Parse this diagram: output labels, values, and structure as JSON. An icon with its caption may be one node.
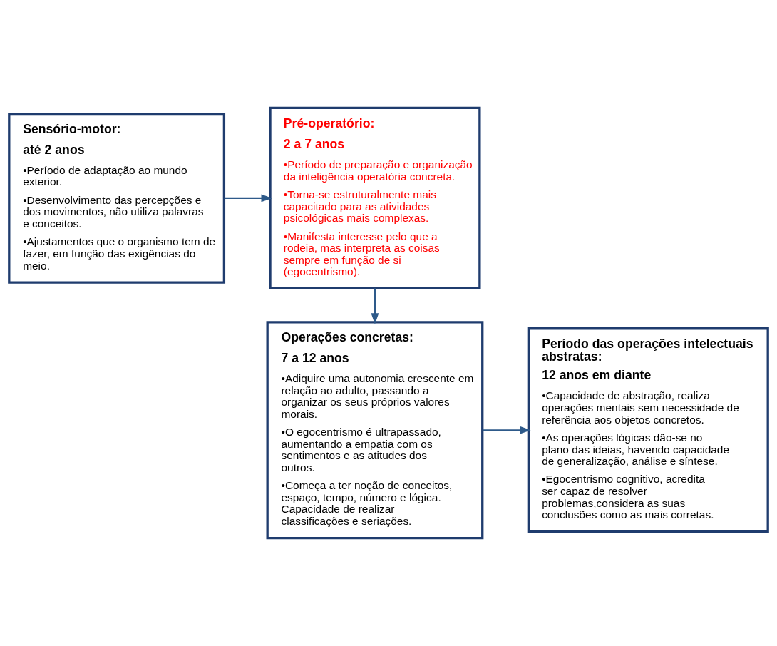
{
  "diagram": {
    "nodes": [
      {
        "text": [
          "Sensório-motor:",
          "até 2 anos",
          "•Período de adaptação ao mundo exterior.",
          "•Desenvolvimento das percepções e dos movimentos, não utiliza palavras e conceitos.",
          "•Ajustamentos que o organismo tem de fazer, em função das exigências do meio."
        ]
      },
      {
        "text": [
          "Pré-operatório:",
          "2 a 7 anos",
          "•Período de preparação e organização da inteligência operatória concreta.",
          "•Torna-se estruturalmente mais capacitado para as atividades psicológicas mais complexas.",
          "•Manifesta interesse pelo que a rodeia, mas interpreta as coisas sempre em função de si (egocentrismo)."
        ]
      },
      {
        "text": [
          "Operações concretas:",
          "7 a 12 anos",
          "•Adiquire uma autonomia crescente em relação ao adulto, passando a organizar os seus próprios valores morais.",
          "•O egocentrismo é ultrapassado, aumentando a empatia com os sentimentos e as atitudes dos outros.",
          "•Começa a ter noção de conceitos, espaço, tempo, número e lógica. Capacidade de realizar classificações e seriações."
        ]
      },
      {
        "text": [
          "Período das operações intelectuais abstratas:",
          "12 anos em diante",
          "•Capacidade de abstração, realiza operações mentais sem necessidade de referência aos objetos concretos.",
          "•As operações lógicas dão-se no plano das ideias, havendo capacidade de generalização, análise e síntese.",
          "•Egocentrismo cognitivo, acredita ser capaz de resolver problemas,considera as suas conclusões como as mais corretas."
        ]
      }
    ],
    "edges": [
      {
        "from": 0,
        "to": 1,
        "arrow": "to"
      },
      {
        "from": 1,
        "to": 2,
        "arrow": "to"
      },
      {
        "from": 2,
        "to": 3,
        "arrow": "to"
      }
    ]
  }
}
